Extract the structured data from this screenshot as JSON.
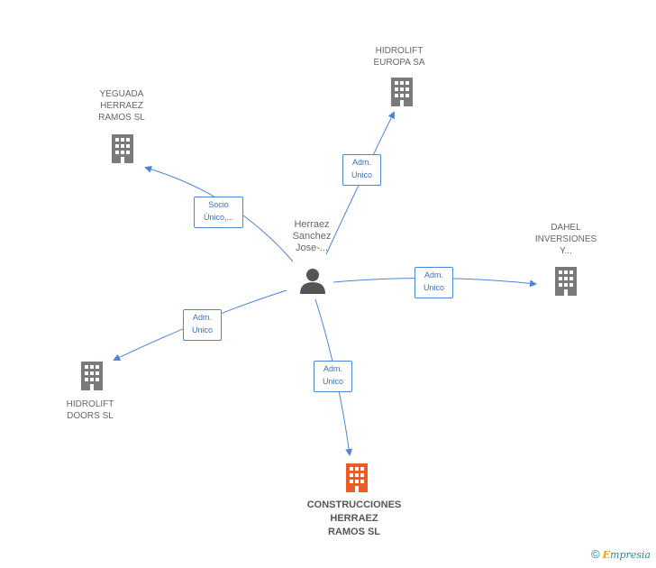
{
  "person": {
    "label": "Herraez\nSanchez\nJose-..."
  },
  "companies": [
    {
      "id": "hidrolift-europa",
      "label": "HIDROLIFT\nEUROPA SA"
    },
    {
      "id": "yeguada",
      "label": "YEGUADA\nHERRAEZ\nRAMOS SL"
    },
    {
      "id": "dahel",
      "label": "DAHEL\nINVERSIONES\nY..."
    },
    {
      "id": "hidrolift-doors",
      "label": "HIDROLIFT\nDOORS  SL"
    },
    {
      "id": "construcciones",
      "label": "CONSTRUCCIONES\nHERRAEZ\nRAMOS SL"
    }
  ],
  "edges": [
    {
      "to": "hidrolift-europa",
      "label": "Adm.\nUnico"
    },
    {
      "to": "yeguada",
      "label": "Socio\nÚnico,..."
    },
    {
      "to": "dahel",
      "label": "Adm.\nUnico"
    },
    {
      "to": "hidrolift-doors",
      "label": "Adm.\nUnico"
    },
    {
      "to": "construcciones",
      "label": "Adm.\nUnico"
    }
  ],
  "colors": {
    "edge": "#4a86d4",
    "building": "#7a7a7a",
    "building_main": "#f05a28",
    "person": "#555555"
  },
  "footer": {
    "copyright_symbol": "©",
    "brand_first": "E",
    "brand_rest": "mpresia"
  }
}
